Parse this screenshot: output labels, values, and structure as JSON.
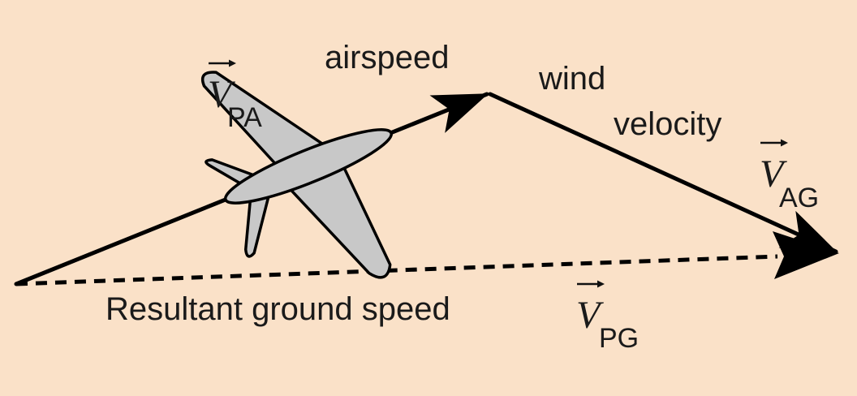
{
  "labels": {
    "airspeed": "airspeed",
    "wind_line1": "wind",
    "wind_line2": "velocity",
    "resultant": "Resultant ground speed"
  },
  "vectors": {
    "pa": {
      "symbol": "V",
      "subscript": "PA"
    },
    "ag": {
      "symbol": "V",
      "subscript": "AG"
    },
    "pg": {
      "symbol": "V",
      "subscript": "PG"
    }
  },
  "colors": {
    "background": "#fae1c8",
    "ink": "#000000",
    "plane_fill": "#c8c8c8"
  },
  "icons": {
    "airplane": "airplane-icon"
  }
}
